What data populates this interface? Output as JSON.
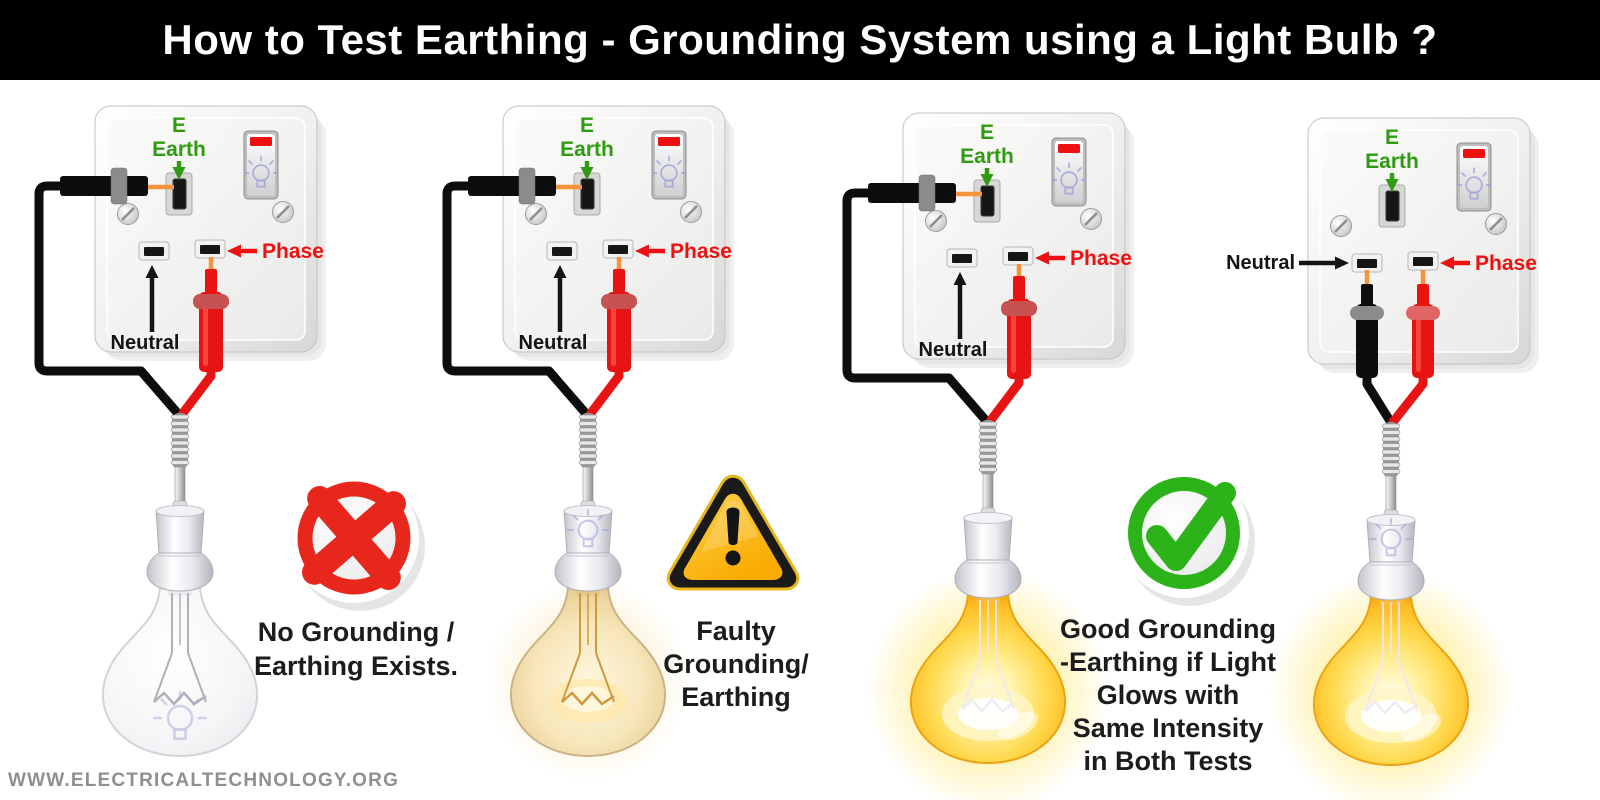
{
  "title": "How to Test Earthing - Grounding System using a Light Bulb ?",
  "watermark": "WWW.ELECTRICALTECHNOLOGY.ORG",
  "colors": {
    "title_bg": "#000000",
    "title_text": "#ffffff",
    "earth_label_green": "#2f9b10",
    "phase_label_red": "#ee1111",
    "neutral_label_black": "#141414",
    "wire_orange": "#f5923c",
    "test_lead_red": "#e81414",
    "test_lead_black": "#0d0d0d",
    "switch_indicator_red": "#ee1111",
    "bulb_bright_yellow": "#ffd94e",
    "bulb_dim_amber": "#f6e6ba",
    "warning_yellow": "#f8ab00",
    "success_green": "#2db31a",
    "error_red": "#e8271c",
    "watermark_gray": "#8f8f8f"
  },
  "panels": [
    {
      "name": "test-1-black-probe-earth",
      "socket_labels": {
        "earth_letter": "E",
        "earth": "Earth",
        "phase": "Phase",
        "neutral": "Neutral"
      },
      "black_probe_in": "earth",
      "red_probe_in": "phase",
      "bulb_state": "off",
      "result_icon": "cross-icon",
      "caption": [
        "No Grounding /",
        "Earthing Exists."
      ]
    },
    {
      "name": "test-2-black-probe-earth",
      "socket_labels": {
        "earth_letter": "E",
        "earth": "Earth",
        "phase": "Phase",
        "neutral": "Neutral"
      },
      "black_probe_in": "earth",
      "red_probe_in": "phase",
      "bulb_state": "dim",
      "result_icon": "warning-icon",
      "caption": [
        "Faulty",
        "Grounding/",
        "Earthing"
      ]
    },
    {
      "name": "test-3-black-probe-earth",
      "socket_labels": {
        "earth_letter": "E",
        "earth": "Earth",
        "phase": "Phase",
        "neutral": "Neutral"
      },
      "black_probe_in": "earth",
      "red_probe_in": "phase",
      "bulb_state": "bright",
      "result_icon": "check-icon",
      "caption": [
        "Good Grounding",
        "-Earthing if Light",
        "Glows with",
        "Same Intensity",
        "in Both Tests"
      ]
    },
    {
      "name": "test-4-black-probe-neutral",
      "socket_labels": {
        "earth_letter": "E",
        "earth": "Earth",
        "phase": "Phase",
        "neutral": "Neutral"
      },
      "black_probe_in": "neutral",
      "red_probe_in": "phase",
      "bulb_state": "bright",
      "result_icon": null,
      "caption": []
    }
  ]
}
